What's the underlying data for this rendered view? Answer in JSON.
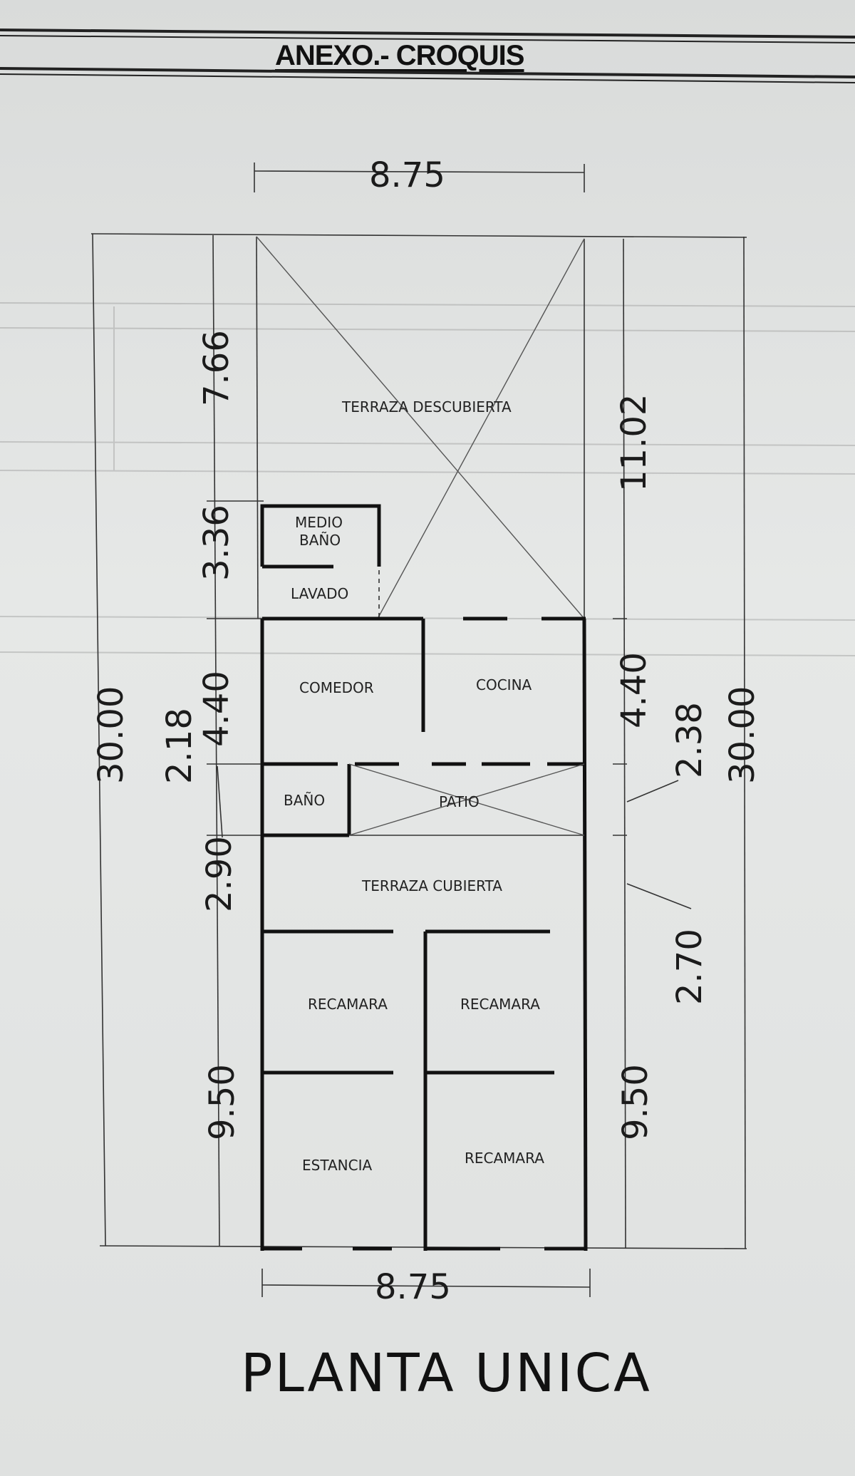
{
  "header": {
    "title": "ANEXO.- CROQUIS"
  },
  "plan_title": "PLANTA UNICA",
  "rooms": {
    "terraza_descubierta": "TERRAZA DESCUBIERTA",
    "medio_bano": "MEDIO BAÑO",
    "lavado": "LAVADO",
    "comedor": "COMEDOR",
    "cocina": "COCINA",
    "bano": "BAÑO",
    "patio": "PATIO",
    "terraza_cubierta": "TERRAZA CUBIERTA",
    "recamara_1": "RECAMARA",
    "recamara_2": "RECAMARA",
    "recamara_3": "RECAMARA",
    "estancia": "ESTANCIA"
  },
  "dimensions": {
    "top_width": "8.75",
    "bottom_width": "8.75",
    "left_total": "30.00",
    "right_total": "30.00",
    "left_7_66": "7.66",
    "left_3_36": "3.36",
    "left_4_40": "4.40",
    "left_2_18": "2.18",
    "left_2_90": "2.90",
    "left_9_50": "9.50",
    "right_11_02": "11.02",
    "right_4_40": "4.40",
    "right_2_38": "2.38",
    "right_2_70": "2.70",
    "right_9_50": "9.50"
  }
}
